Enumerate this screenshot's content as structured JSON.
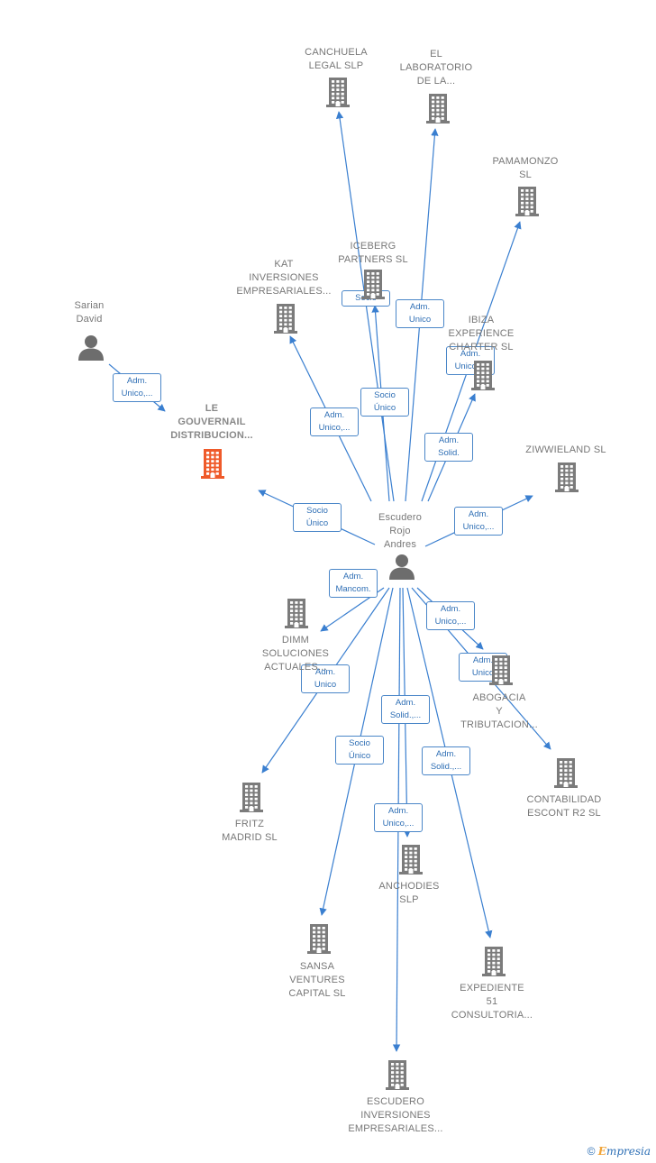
{
  "colors": {
    "edge": "#3a7fd0",
    "building": "#7b7b7b",
    "building_highlight": "#ef5a2a",
    "person": "#6d6d6d"
  },
  "nodes": [
    {
      "id": "center",
      "type": "person",
      "label": "Escudero\nRojo\nAndres"
    },
    {
      "id": "sarian",
      "type": "person",
      "label": "Sarian\nDavid"
    },
    {
      "id": "le_gouvernail",
      "type": "company",
      "highlight": true,
      "label": "LE\nGOUVERNAIL\nDISTRIBUCION..."
    },
    {
      "id": "canchuela",
      "type": "company",
      "label": "CANCHUELA\nLEGAL  SLP"
    },
    {
      "id": "el_laboratorio",
      "type": "company",
      "label": "EL\nLABORATORIO\nDE LA..."
    },
    {
      "id": "pamamonzo",
      "type": "company",
      "label": "PAMAMONZO\nSL"
    },
    {
      "id": "iceberg",
      "type": "company",
      "label": "ICEBERG\nPARTNERS  SL"
    },
    {
      "id": "kat",
      "type": "company",
      "label": "KAT\nINVERSIONES\nEMPRESARIALES..."
    },
    {
      "id": "ibiza",
      "type": "company",
      "label": "IBIZA\nEXPERIENCE\nCHARTER  SL"
    },
    {
      "id": "ziwwieland",
      "type": "company",
      "label": "ZIWWIELAND SL"
    },
    {
      "id": "dimm",
      "type": "company",
      "label": "DIMM\nSOLUCIONES\nACTUALES..."
    },
    {
      "id": "abogacia",
      "type": "company",
      "label": "ABOGACIA\nY\nTRIBUTACION..."
    },
    {
      "id": "contabilidad",
      "type": "company",
      "label": "CONTABILIDAD\nESCONT R2  SL"
    },
    {
      "id": "fritz",
      "type": "company",
      "label": "FRITZ\nMADRID  SL"
    },
    {
      "id": "anchodies",
      "type": "company",
      "label": "ANCHODIES\nSLP"
    },
    {
      "id": "sansa",
      "type": "company",
      "label": "SANSA\nVENTURES\nCAPITAL  SL"
    },
    {
      "id": "expediente",
      "type": "company",
      "label": "EXPEDIENTE\n51\nCONSULTORIA..."
    },
    {
      "id": "escudero_inv",
      "type": "company",
      "label": "ESCUDERO\nINVERSIONES\nEMPRESARIALES..."
    }
  ],
  "edges": [
    {
      "from": "sarian",
      "to": "le_gouvernail",
      "label": "Adm.\nUnico,..."
    },
    {
      "from": "center",
      "to": "le_gouvernail",
      "label": "Socio\nÚnico"
    },
    {
      "from": "center",
      "to": "canchuela",
      "label": "Socio"
    },
    {
      "from": "center",
      "to": "el_laboratorio",
      "label": "Adm.\nUnico"
    },
    {
      "from": "center",
      "to": "pamamonzo",
      "label": "Adm.\nUnico,..."
    },
    {
      "from": "center",
      "to": "iceberg",
      "label": "Socio\nÚnico"
    },
    {
      "from": "center",
      "to": "kat",
      "label": "Adm.\nUnico,..."
    },
    {
      "from": "center",
      "to": "ibiza",
      "label": "Adm.\nSolid."
    },
    {
      "from": "center",
      "to": "ziwwieland",
      "label": "Adm.\nUnico,..."
    },
    {
      "from": "center",
      "to": "dimm",
      "label": "Adm.\nMancom."
    },
    {
      "from": "center",
      "to": "abogacia",
      "label": "Adm.\nUnico,..."
    },
    {
      "from": "center",
      "to": "contabilidad",
      "label": "Adm.\nUnico"
    },
    {
      "from": "center",
      "to": "fritz",
      "label": "Adm.\nUnico"
    },
    {
      "from": "center",
      "to": "anchodies",
      "label": "Adm.\nSolid.,..."
    },
    {
      "from": "center",
      "to": "sansa",
      "label": "Socio\nÚnico"
    },
    {
      "from": "center",
      "to": "expediente",
      "label": "Adm.\nSolid.,..."
    },
    {
      "from": "center",
      "to": "escudero_inv",
      "label": "Adm.\nUnico,..."
    }
  ],
  "footer": {
    "symbol": "©",
    "brand_initial": "E",
    "brand_rest": "mpresia"
  }
}
